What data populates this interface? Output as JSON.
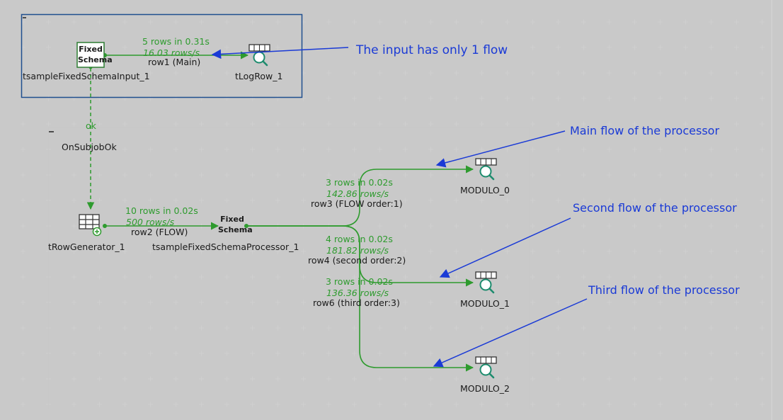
{
  "subjobs": {
    "input_subjob": {
      "components": {
        "fixed_schema_input": {
          "icon_text_1": "Fixed",
          "icon_text_2": "Schema",
          "label": "tsampleFixedSchemaInput_1"
        },
        "log_row": {
          "label": "tLogRow_1"
        }
      },
      "connection": {
        "name": "row1 (Main)",
        "rows": "5 rows in 0.31s",
        "rate": "16.03 rows/s"
      }
    },
    "trigger": {
      "ok_label": "ok",
      "trigger_label": "OnSubjobOk"
    },
    "processor_subjob": {
      "components": {
        "row_generator": {
          "label": "tRowGenerator_1"
        },
        "processor": {
          "icon_text_1": "Fixed",
          "icon_text_2": "Schema",
          "label": "tsampleFixedSchemaProcessor_1"
        },
        "modulo_0": {
          "label": "MODULO_0"
        },
        "modulo_1": {
          "label": "MODULO_1"
        },
        "modulo_2": {
          "label": "MODULO_2"
        }
      },
      "connections": {
        "row2": {
          "name": "row2 (FLOW)",
          "rows": "10 rows in 0.02s",
          "rate": "500 rows/s"
        },
        "row3": {
          "name": "row3 (FLOW order:1)",
          "rows": "3 rows in 0.02s",
          "rate": "142.86 rows/s"
        },
        "row4": {
          "name": "row4 (second order:2)",
          "rows": "4 rows in 0.02s",
          "rate": "181.82 rows/s"
        },
        "row6": {
          "name": "row6 (third order:3)",
          "rows": "3 rows in 0.02s",
          "rate": "136.36 rows/s"
        }
      }
    }
  },
  "annotations": {
    "input_note": "The input has only 1 flow",
    "main_note": "Main flow of the processor",
    "second_note": "Second flow of the processor",
    "third_note": "Third flow of the processor"
  },
  "colors": {
    "flow": "#2e9b2e",
    "annotation": "#1a3ad6",
    "subjob_border": "#1f4f8f",
    "subjob_border_inactive": "#c8c8c8"
  }
}
